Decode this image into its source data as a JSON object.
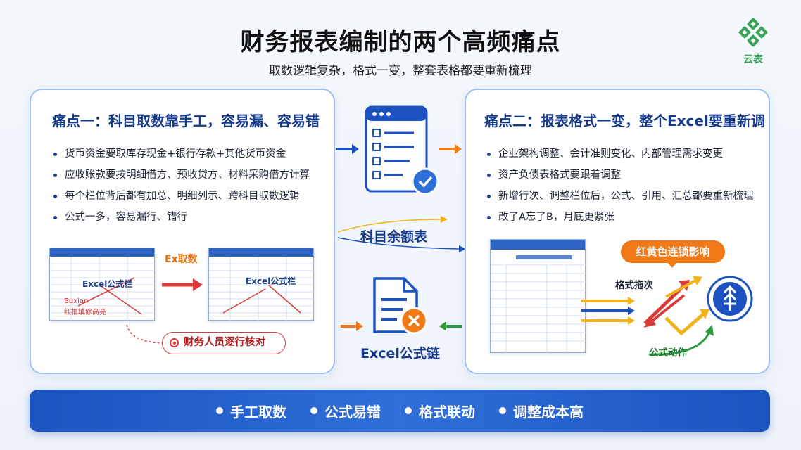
{
  "header": {
    "title": "财务报表编制的两个高频痛点",
    "subtitle": "取数逻辑复杂，格式一变，整套表格都要重新梳理",
    "logo_text": "云表"
  },
  "left_panel": {
    "title": "痛点一：科目取数靠手工，容易漏、容易错",
    "bullets": [
      "货币资金要取库存现金+银行存款+其他货币资金",
      "应收账款要按明细借方、预收贷方、材料采购借方计算",
      "每个栏位背后都有加总、明细列示、跨科目取数逻辑",
      "公式一多，容易漏行、错行"
    ],
    "sheet1_label": "Excel公式栏",
    "sheet1_red_1": "Buxian",
    "sheet1_red_2": "红框填修高亮",
    "ex_label": "Ex取数",
    "sheet2_label": "Excel公式栏",
    "verify_label": "财务人员逐行核对"
  },
  "center": {
    "label_balance": "科目余额表",
    "label_formula": "Excel公式链"
  },
  "right_panel": {
    "title": "痛点二：报表格式一变，整个Excel要重新调",
    "bullets": [
      "企业架构调整、会计准则变化、内部管理需求变更",
      "资产负债表格式要跟着调整",
      "新增行次、调整栏位后，公式、引用、汇总都要重新梳理",
      "改了A忘了B，月底更紧张"
    ],
    "chain_label": "红黄色连锁影响",
    "drag_label": "格式拖次",
    "action_label": "公式动作"
  },
  "bottom_bar": {
    "items": [
      "手工取数",
      "公式易错",
      "格式联动",
      "调整成本高"
    ]
  },
  "colors": {
    "primary_blue": "#1c53c0",
    "dark_blue": "#163a8a",
    "orange": "#f07a18",
    "red": "#d83a3a",
    "green": "#2e9a3e",
    "yellow": "#f2b21c"
  }
}
